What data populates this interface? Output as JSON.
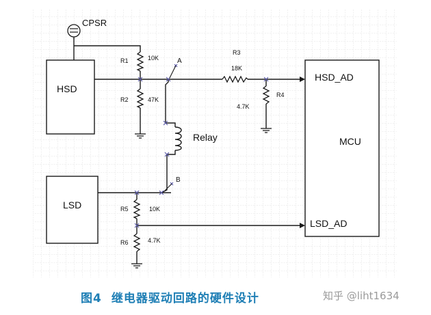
{
  "labels": {
    "cpsr": "CPSR",
    "hsd": "HSD",
    "lsd": "LSD",
    "mcu": "MCU",
    "hsd_ad": "HSD_AD",
    "lsd_ad": "LSD_AD",
    "relay": "Relay",
    "node_a": "A",
    "node_b": "B"
  },
  "resistors": {
    "r1": {
      "name": "R1",
      "value": "10K"
    },
    "r2": {
      "name": "R2",
      "value": "47K"
    },
    "r3": {
      "name": "R3",
      "value": "18K"
    },
    "r4": {
      "name": "R4",
      "value": "4.7K"
    },
    "r5": {
      "name": "R5",
      "value": "10K"
    },
    "r6": {
      "name": "R6",
      "value": "4.7K"
    }
  },
  "caption": {
    "figure": "图4",
    "title": "继电器驱动回路的硬件设计"
  },
  "watermark": "知乎 @liht1634",
  "colors": {
    "caption": "#1f7fb5",
    "wire": "#1a1a1a",
    "node_marker": "#5a5aa8",
    "grid": "#c9c9c9"
  }
}
